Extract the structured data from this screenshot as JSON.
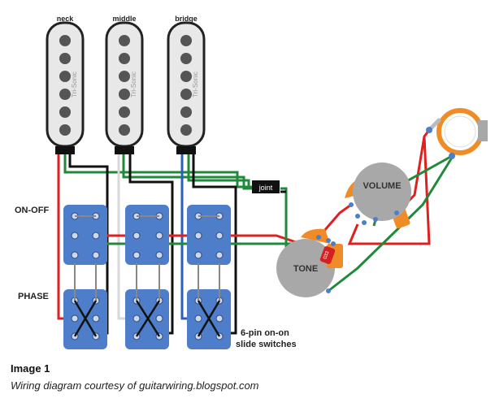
{
  "pickups": {
    "neck": {
      "label": "neck",
      "brand": "Tri-Sonic"
    },
    "middle": {
      "label": "middle",
      "brand": "Tri-Sonic"
    },
    "bridge": {
      "label": "bridge",
      "brand": "Tri-Sonic"
    }
  },
  "labels": {
    "on_off": "ON-OFF",
    "phase": "PHASE",
    "joint": "joint",
    "volume": "VOLUME",
    "tone": "TONE",
    "cap": "033",
    "switches_line1": "6-pin on-on",
    "switches_line2": "slide switches"
  },
  "caption": {
    "title": "Image 1",
    "text": "Wiring diagram courtesy of guitarwiring.blogspot.com"
  },
  "colors": {
    "red_wire": "#e02020",
    "green_wire": "#1f8a3a",
    "black_wire": "#111111",
    "white_wire": "#d8d8d8",
    "blue_wire": "#2a5fc0",
    "switch_body": "#4e7ec9",
    "pot_body": "#a8a8a8",
    "pot_lug": "#f08c28",
    "cap_color": "#d42020",
    "pickup_body": "#e8e8e8"
  }
}
